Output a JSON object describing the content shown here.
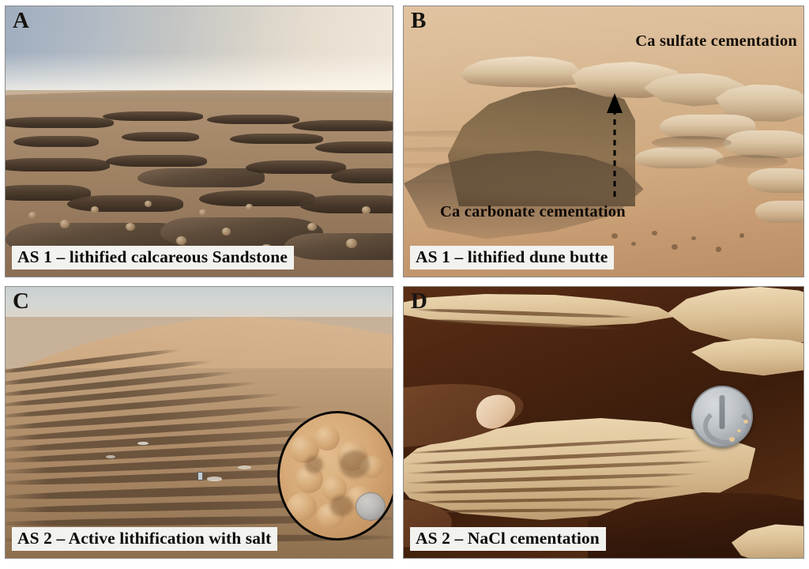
{
  "figure": {
    "layout": "2x2 photographic panel grid",
    "background_color": "#ffffff",
    "panel_border_color": "#8a8a8a"
  },
  "panels": [
    {
      "letter": "A",
      "caption": "AS 1 – lithified  calcareous Sandstone",
      "scene": "desert pavement of dark lithified calcareous sandstone ledges under hazy sky",
      "annotations": []
    },
    {
      "letter": "B",
      "caption": "AS 1 – lithified  dune butte",
      "scene": "lithified dune butte with pale capping ledge above darker sand body",
      "annotations": [
        {
          "id": "sulfate",
          "text": "Ca sulfate cementation"
        },
        {
          "id": "carbonate",
          "text": "Ca carbonate cementation"
        }
      ],
      "arrow": {
        "name": "dashed-up-arrow",
        "direction": "up",
        "style": "dashed",
        "color": "#000000"
      }
    },
    {
      "letter": "C",
      "caption": "AS 2 – Active lithification  with salt",
      "scene": "sand dune slope with actively lithifying layered crusts; circular inset close-up",
      "inset": {
        "name": "closeup-inset",
        "shape": "circle",
        "content": "close-up of salt-cemented sand nodules with coin for scale"
      },
      "annotations": []
    },
    {
      "letter": "D",
      "caption": "AS 2 – NaCl cementation",
      "scene": "hand holding laminated NaCl-cemented sand crust with coin for scale",
      "annotations": []
    }
  ],
  "colors": {
    "caption_background": "#f2f2ef",
    "caption_text": "#0b0a08",
    "letter_text": "#16130f",
    "annotation_text": "#120d07"
  }
}
